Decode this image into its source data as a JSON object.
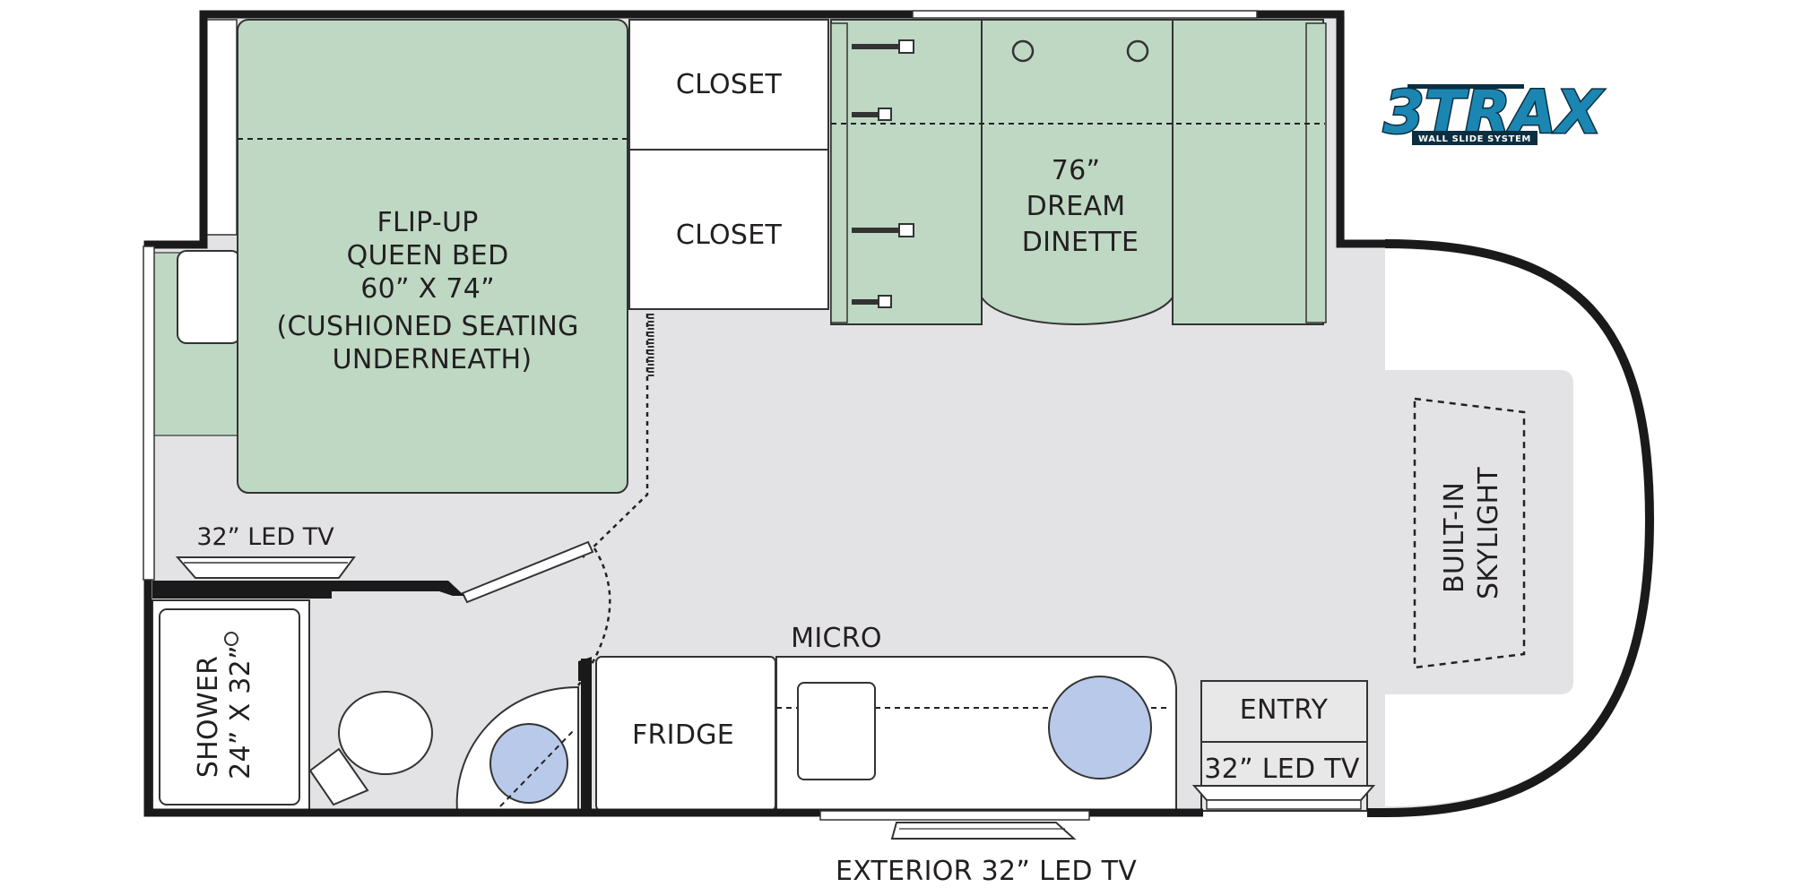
{
  "logo": {
    "brand_mark": "3TRAX",
    "tagline": "WALL SLIDE SYSTEM"
  },
  "bedroom": {
    "bed_lines": [
      "FLIP-UP",
      "QUEEN BED",
      "60” X 74”",
      "(CUSHIONED SEATING",
      "UNDERNEATH)"
    ],
    "tv_label": "32” LED TV"
  },
  "closets": {
    "upper": "CLOSET",
    "lower": "CLOSET"
  },
  "dinette": {
    "lines": [
      "76”",
      "DREAM",
      "DINETTE"
    ]
  },
  "cab": {
    "skylight_lines": [
      "BUILT-IN",
      "SKYLIGHT"
    ]
  },
  "bath": {
    "shower_lines": [
      "SHOWER",
      "24” X 32”"
    ]
  },
  "kitchen": {
    "fridge": "FRIDGE",
    "micro": "MICRO"
  },
  "entry": {
    "label": "ENTRY",
    "tv_label": "32” LED TV"
  },
  "exterior": {
    "tv_label": "EXTERIOR 32” LED TV"
  },
  "colors": {
    "wall": "#1a1a1a",
    "floor": "#e3e3e5",
    "furniture": "#bed8c4",
    "fixture_blue": "#b9c9ea"
  }
}
